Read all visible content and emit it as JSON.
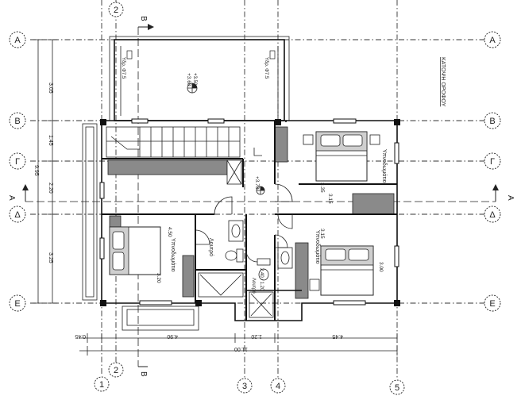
{
  "grid_bubbles": {
    "rows": [
      "A",
      "B",
      "Γ",
      "Δ",
      "E"
    ],
    "columns": [
      "1",
      "2",
      "3",
      "4",
      "5"
    ]
  },
  "section_markers": {
    "vertical": "B",
    "horizontal": "A"
  },
  "sheet_title": "ΚΑΤΟΨΗ ΟΡΟΦΟΥ",
  "rooms": {
    "bedroom_1": {
      "name": "Υπνοδωμάτιο",
      "width": "3.35",
      "length": "3.15"
    },
    "bedroom_2": {
      "name": "Υπνοδωμάτιο",
      "width": "3.00",
      "length": "3.15"
    },
    "bedroom_3": {
      "name": "Υπνοδωμάτιο",
      "width": "3.20",
      "length": "4.50"
    },
    "bath_1": {
      "name": "Λουτρό"
    },
    "bath_2": {
      "name": "Λουτρό",
      "dims": "2.40 / 1.20"
    },
    "terrace": {
      "level": "+3.60",
      "level_sub": "+3.50"
    },
    "landing": {
      "level": "+3.70"
    }
  },
  "drains": {
    "left": "Υδρ. Φ7.5",
    "right": "Υδρ. Φ7.5"
  },
  "dimensions": {
    "left_col": [
      "3.05",
      "1.45",
      "2.20",
      "3.25"
    ],
    "left_total": "9.95",
    "bottom_row": [
      "0.45",
      "4.90",
      "1.20",
      "4.45"
    ],
    "bottom_total": "11.00"
  }
}
